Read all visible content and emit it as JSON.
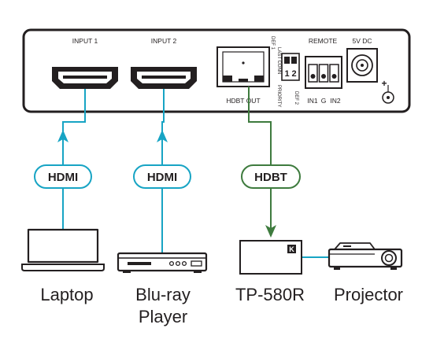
{
  "panel": {
    "input1_label": "INPUT 1",
    "input2_label": "INPUT 2",
    "hdbt_out_label": "HDBT OUT",
    "remote_label": "REMOTE",
    "power_label": "5V DC",
    "dip": {
      "def1": "DEF 1",
      "last_conn": "LAST CONN",
      "priority": "PRIORITY",
      "def2": "DEF 2",
      "switch1": "1",
      "switch2": "2"
    },
    "remote_pins": {
      "in1": "IN1",
      "g": "G",
      "in2": "IN2"
    },
    "polarity": "+"
  },
  "cables": [
    {
      "label": "HDMI",
      "color": "#17a4c4"
    },
    {
      "label": "HDMI",
      "color": "#17a4c4"
    },
    {
      "label": "HDBT",
      "color": "#3e7b3e"
    },
    {
      "color": "#17a4c4"
    }
  ],
  "devices": {
    "laptop": "Laptop",
    "bluray_line1": "Blu-ray",
    "bluray_line2": "Player",
    "receiver": "TP-580R",
    "receiver_logo": "K",
    "projector": "Projector"
  },
  "icons": {
    "hdmi_port": "hdmi-port-icon",
    "rj45_port": "rj45-port-icon",
    "laptop": "laptop-icon",
    "bluray": "bluray-player-icon",
    "receiver": "receiver-box-icon",
    "projector": "projector-icon"
  }
}
